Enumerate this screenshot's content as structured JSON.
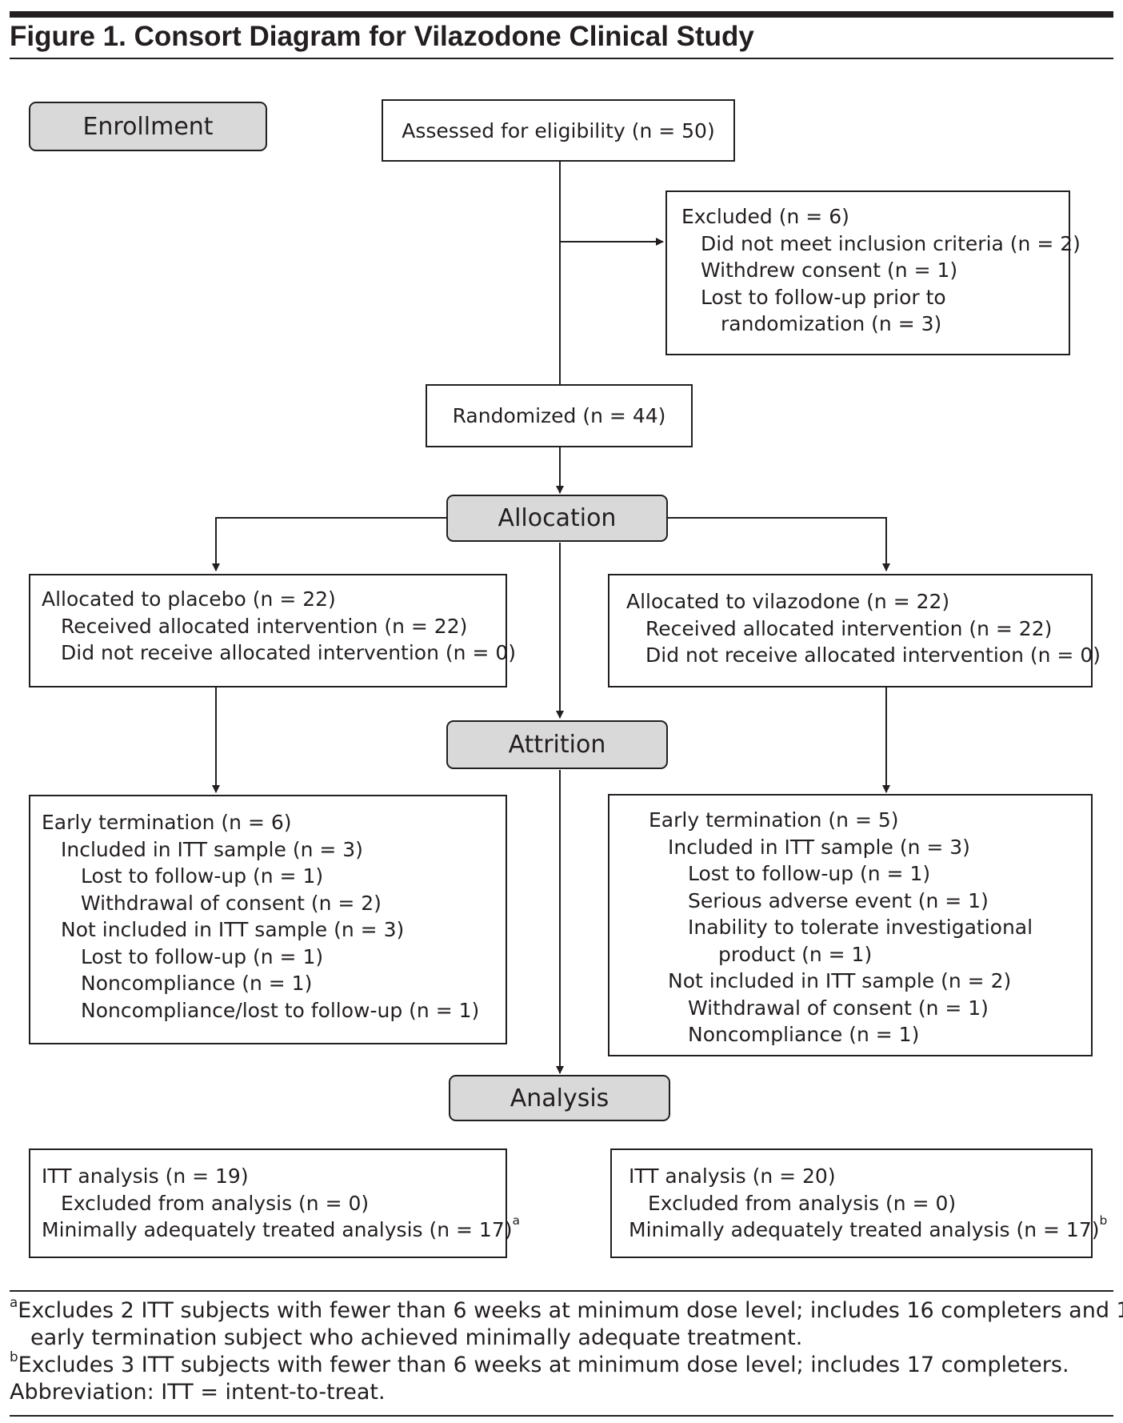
{
  "title": "Figure 1. Consort Diagram for Vilazodone Clinical Study",
  "phases": {
    "enrollment": "Enrollment",
    "allocation": "Allocation",
    "attrition": "Attrition",
    "analysis": "Analysis"
  },
  "assessed": "Assessed for eligibility (n = 50)",
  "excluded": {
    "header": "Excluded (n = 6)",
    "items": [
      "Did not meet inclusion criteria (n = 2)",
      "Withdrew consent (n = 1)",
      "Lost to follow-up prior to"
    ],
    "continuation": "randomization (n = 3)"
  },
  "randomized": "Randomized (n = 44)",
  "placebo": {
    "allocated": {
      "header": "Allocated to placebo (n = 22)",
      "items": [
        "Received allocated intervention (n = 22)",
        "Did not receive allocated intervention (n = 0)"
      ]
    },
    "termination": {
      "header": "Early termination (n = 6)",
      "itt_included": "Included in ITT sample (n = 3)",
      "itt_included_items": [
        "Lost to follow-up (n = 1)",
        "Withdrawal of consent (n = 2)"
      ],
      "itt_not_included": "Not included in ITT sample (n = 3)",
      "itt_not_included_items": [
        "Lost to follow-up (n = 1)",
        "Noncompliance (n = 1)",
        "Noncompliance/lost to follow-up (n = 1)"
      ]
    },
    "analysis": {
      "itt": "ITT analysis (n = 19)",
      "excluded": "Excluded from analysis (n = 0)",
      "minimal": "Minimally adequately treated analysis (n = 17)",
      "minimal_sup": "a"
    }
  },
  "vilazodone": {
    "allocated": {
      "header": "Allocated to vilazodone (n = 22)",
      "items": [
        "Received allocated intervention (n = 22)",
        "Did not receive allocated intervention (n = 0)"
      ]
    },
    "termination": {
      "header": "Early termination (n = 5)",
      "itt_included": "Included in ITT sample (n = 3)",
      "itt_included_items": [
        "Lost to follow-up (n = 1)",
        "Serious adverse event (n = 1)",
        "Inability to tolerate investigational"
      ],
      "itt_included_continuation": "product (n = 1)",
      "itt_not_included": "Not included in ITT sample (n = 2)",
      "itt_not_included_items": [
        "Withdrawal of consent (n = 1)",
        "Noncompliance (n = 1)"
      ]
    },
    "analysis": {
      "itt": "ITT analysis (n = 20)",
      "excluded": "Excluded from analysis (n = 0)",
      "minimal": "Minimally adequately treated analysis (n = 17)",
      "minimal_sup": "b"
    }
  },
  "footnotes": {
    "a_mark": "a",
    "a_line1": "Excludes 2 ITT subjects with fewer than 6 weeks at minimum dose level; includes 16 completers and 1",
    "a_line2": "early termination subject who achieved minimally adequate treatment.",
    "b_mark": "b",
    "b_line1": "Excludes 3 ITT subjects with fewer than 6 weeks at minimum dose level; includes 17 completers.",
    "abbreviation": "Abbreviation: ITT = intent-to-treat."
  }
}
